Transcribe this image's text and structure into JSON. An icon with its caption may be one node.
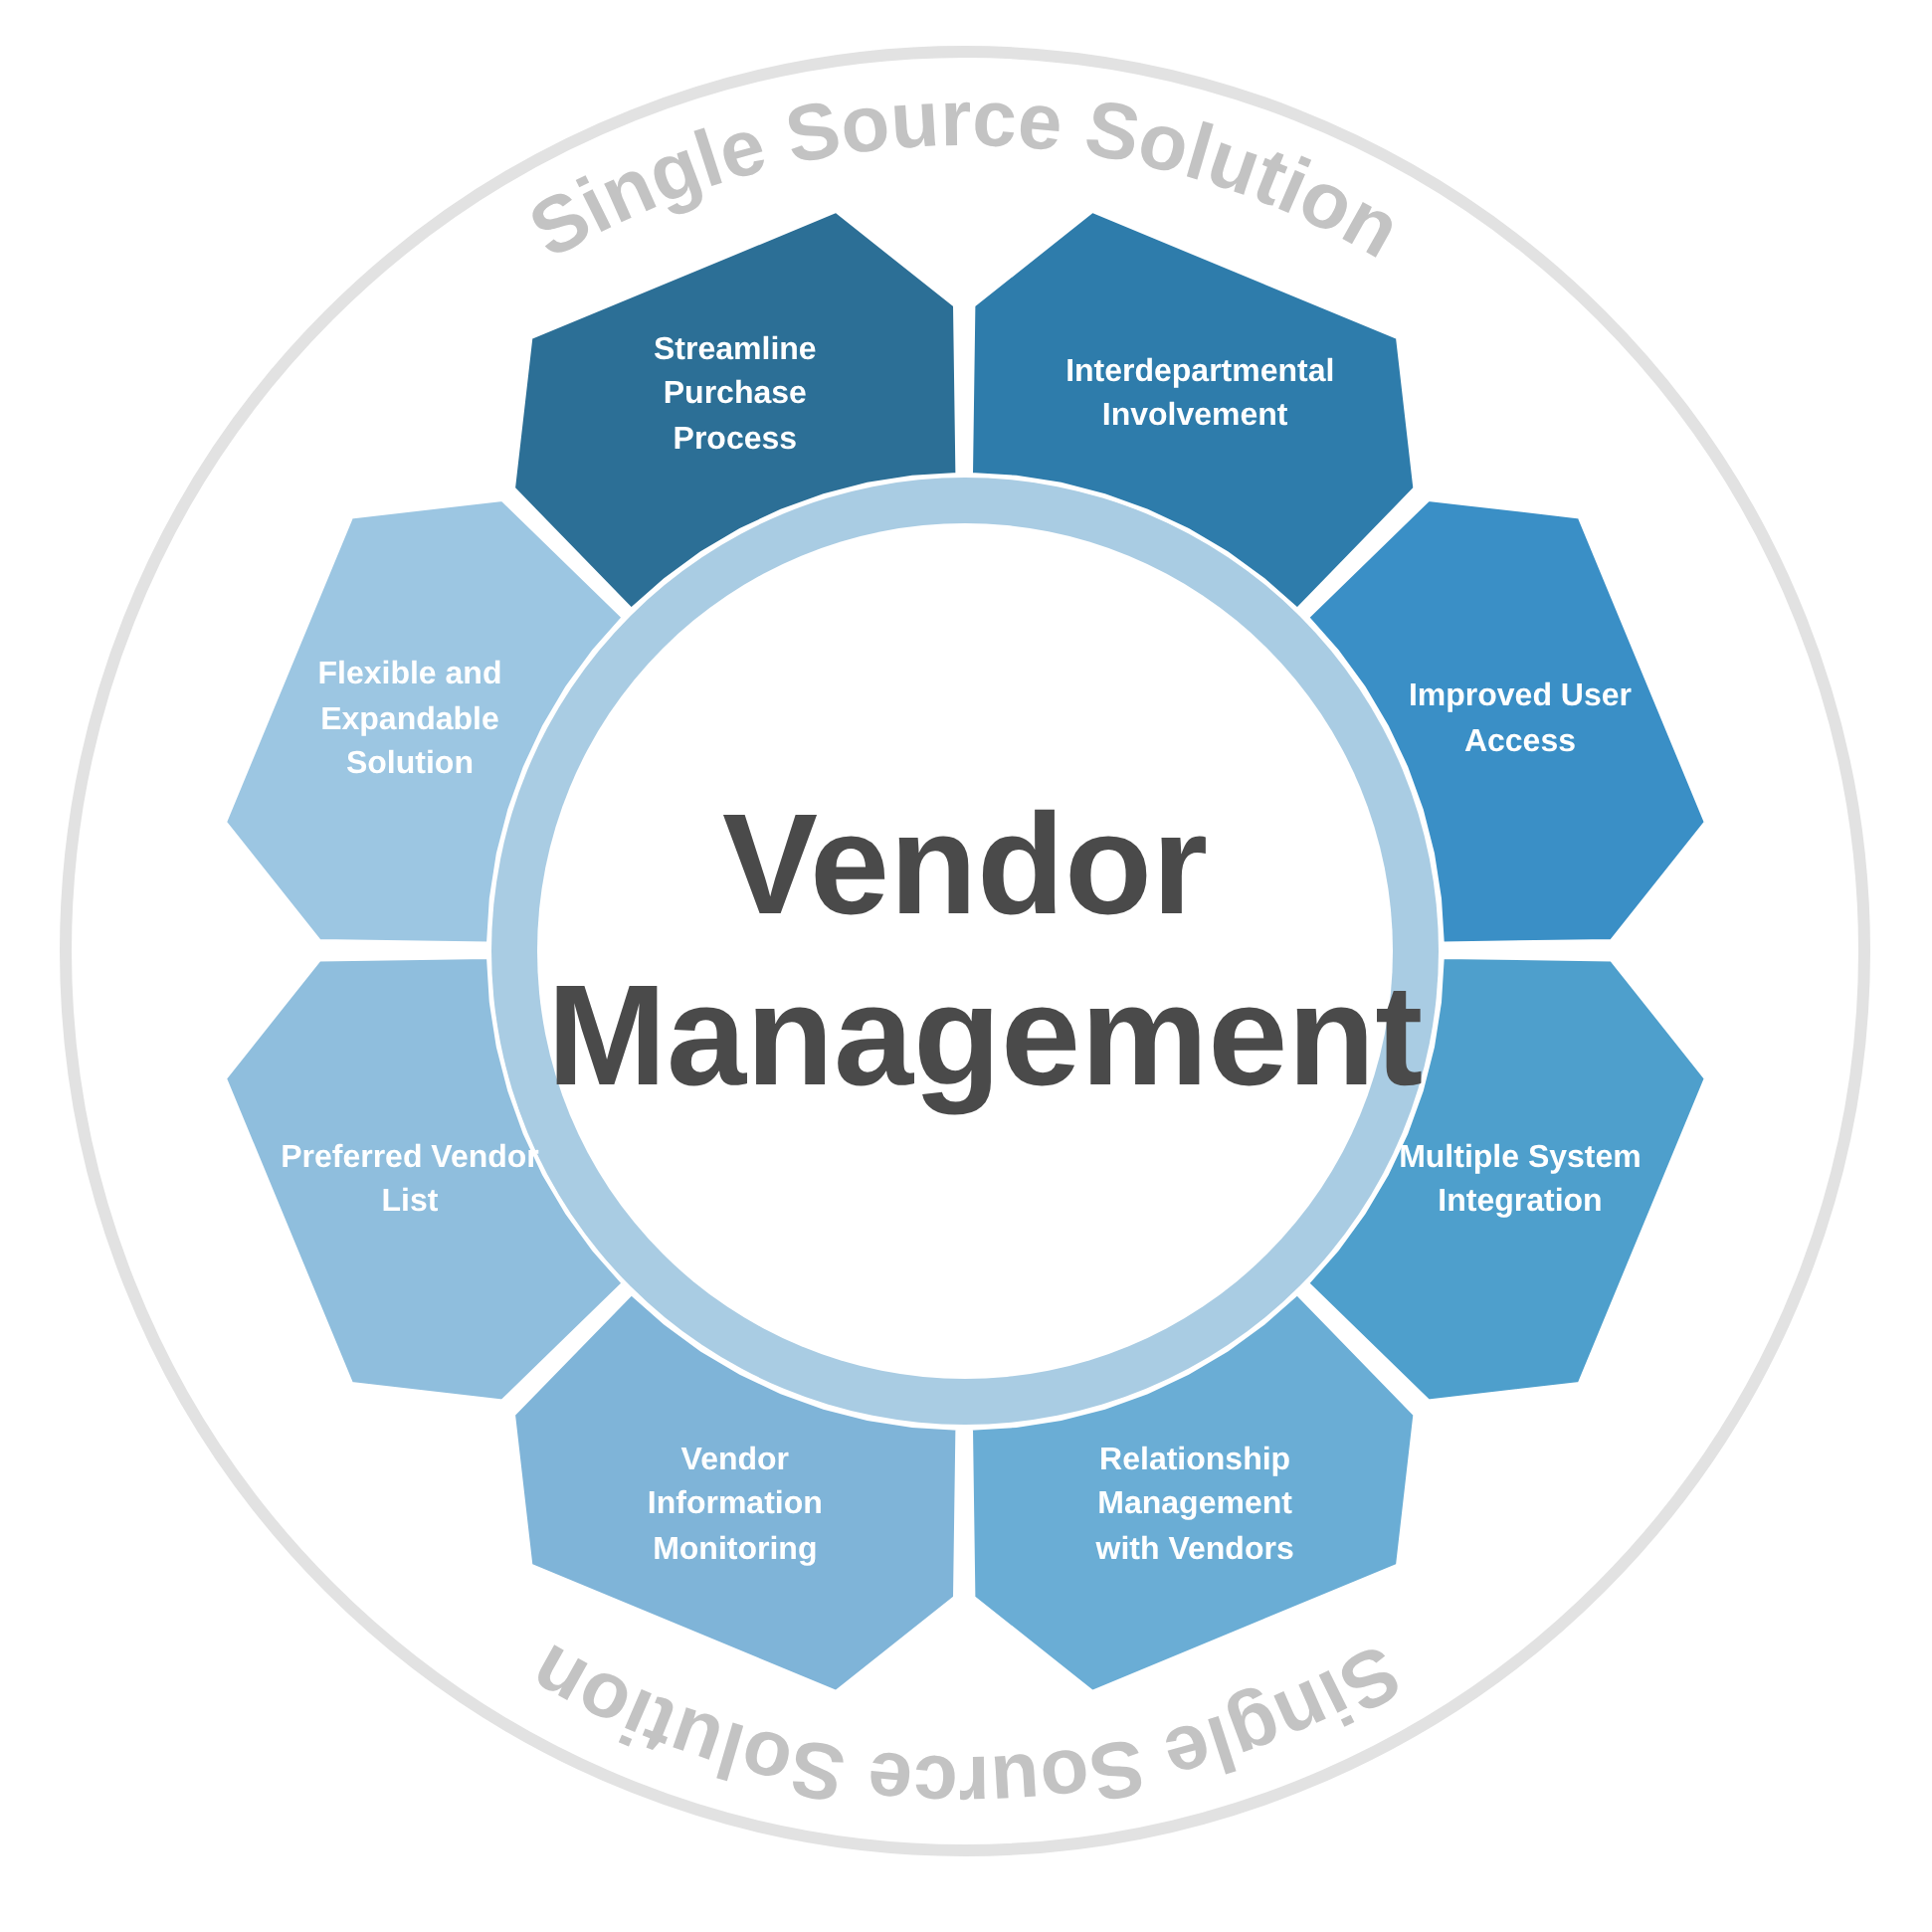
{
  "diagram": {
    "nodes": [
      {
        "text": [
          "Single Source Solution",
          "Single Source Solution"
        ]
      },
      {
        "text": [
          "Vendor Management"
        ],
        "in": 0
      },
      {
        "text": [
          "Streamline Purchase Process"
        ],
        "in": 0
      },
      {
        "text": [
          "Interdepartmental Involvement"
        ],
        "in": 0
      },
      {
        "text": [
          "Improved User Access"
        ],
        "in": 0
      },
      {
        "text": [
          "Multiple System Integration"
        ],
        "in": 0
      },
      {
        "text": [
          "Relationship Management with Vendors"
        ],
        "in": 0
      },
      {
        "text": [
          "Vendor Information Monitoring"
        ],
        "in": 0
      },
      {
        "text": [
          "Preferred Vendor List"
        ],
        "in": 0
      },
      {
        "text": [
          "Flexible and Expandable Solution"
        ],
        "in": 0
      }
    ]
  }
}
